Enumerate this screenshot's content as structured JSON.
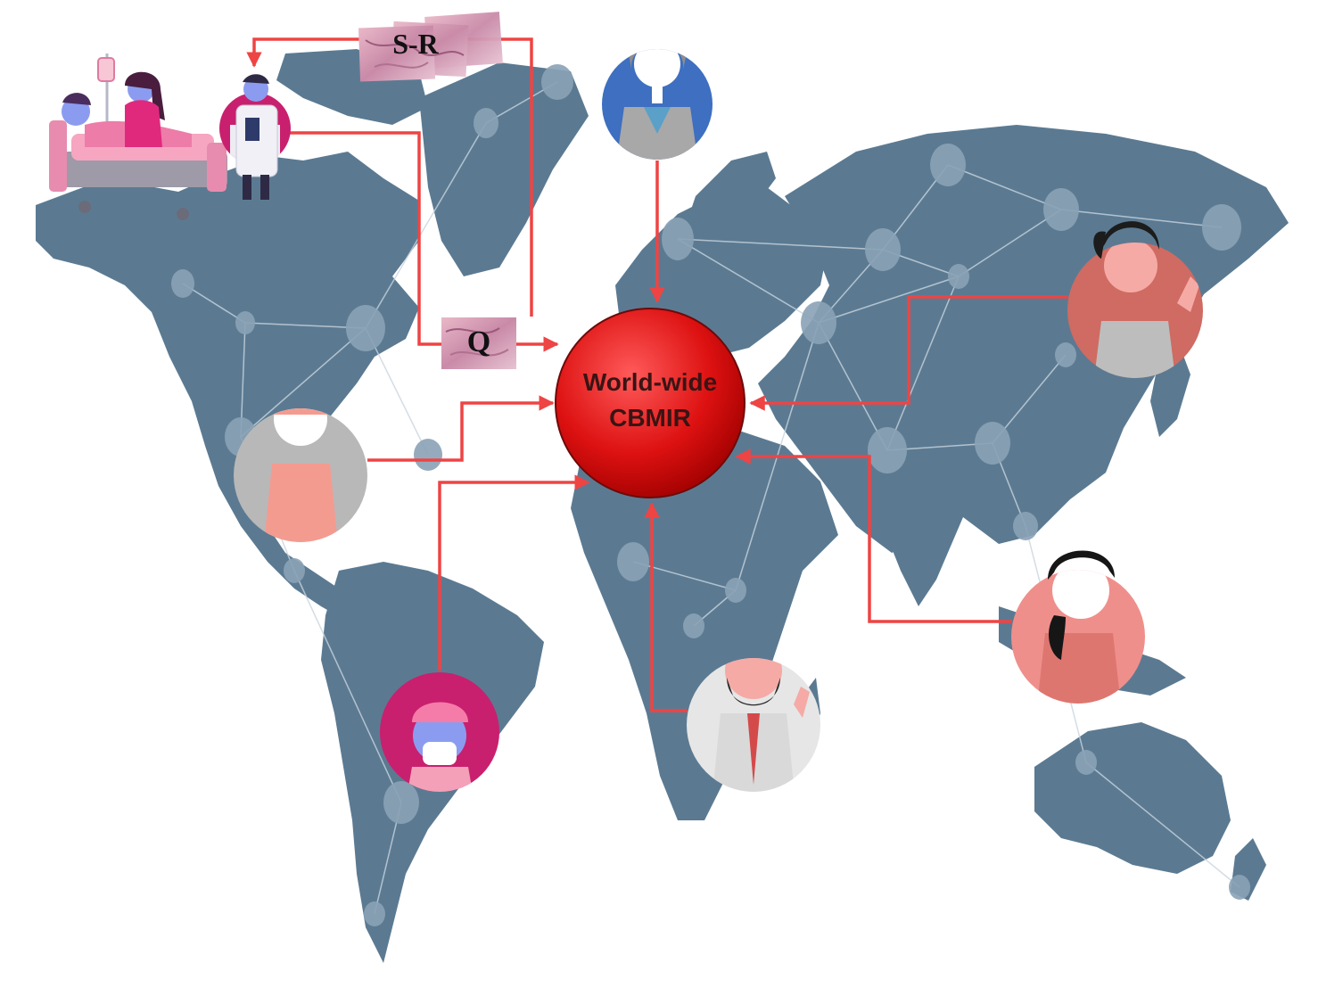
{
  "hub": {
    "line1": "World-wide",
    "line2": "CBMIR"
  },
  "images": {
    "results_label": "S-R",
    "query_label": "Q"
  },
  "colors": {
    "map": "#5b7a92",
    "node": "#8aa2b6",
    "network_line": "#c9d5de",
    "arrow": "#ee4444",
    "hub": "#dd1111"
  },
  "participants": [
    {
      "name": "requesting-doctor",
      "bg": "#c8206e"
    },
    {
      "name": "female-doctor-grey",
      "bg": "#3e6fc0"
    },
    {
      "name": "female-doctor-coral",
      "bg": "#cf6b62"
    },
    {
      "name": "male-doctor-grey",
      "bg": "#b8b8b8"
    },
    {
      "name": "surgeon-masked",
      "bg": "#c8206e"
    },
    {
      "name": "bearded-doctor",
      "bg": "#e6e6e6"
    },
    {
      "name": "female-doctor-pink",
      "bg": "#ef8f8b"
    }
  ]
}
